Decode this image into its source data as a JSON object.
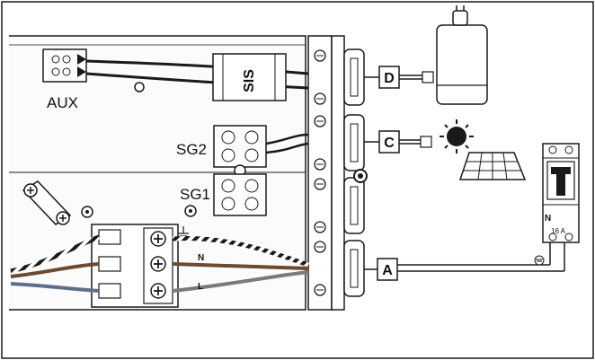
{
  "labels": {
    "aux": "AUX",
    "sg2": "SG2",
    "sg1": "SG1",
    "neutral": "N",
    "line": "L",
    "breaker_n": "N",
    "breaker_rating": "16 A",
    "strap_text": "SIS"
  },
  "connection_points": {
    "a": "A",
    "c": "C",
    "d": "D"
  },
  "icons": {
    "plug_device": "plug-device-icon",
    "sun": "sun-icon",
    "solar_panel": "solar-panel-icon",
    "breaker": "circuit-breaker-icon",
    "earth": "ground-icon"
  },
  "colors": {
    "stroke": "#1a1a1a",
    "wire_brown": "#6b4a2f",
    "wire_blue": "#5b6f86",
    "wire_gray": "#7a7a7a",
    "earth_yellow": "#d8c84a"
  }
}
